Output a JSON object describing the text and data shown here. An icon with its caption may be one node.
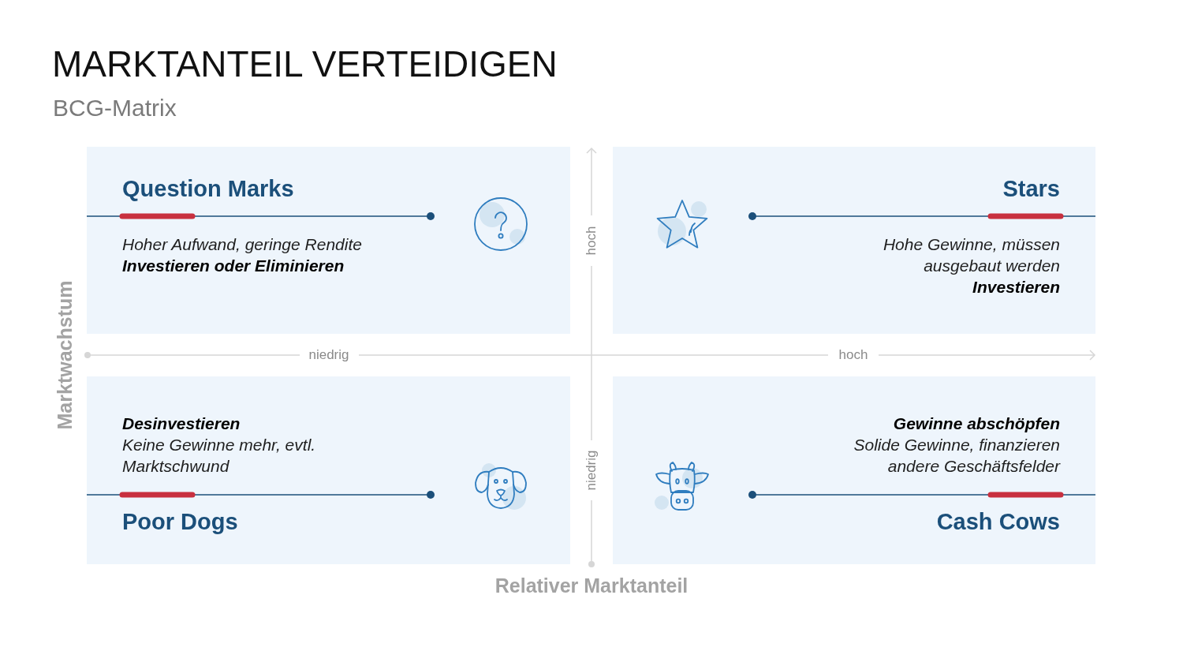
{
  "diagram": {
    "title": "MARKTANTEIL VERTEIDIGEN",
    "nodes": [
      {
        "text": [
          "Question Marks",
          "Hoher Aufwand, geringe Rendite",
          "Investieren oder Eliminieren"
        ]
      },
      {
        "text": [
          "Stars",
          "Hohe Gewinne, müssen ausgebaut werden",
          "Investieren"
        ]
      },
      {
        "text": [
          "Desinvestieren",
          "Keine Gewinne mehr, evtl. Marktschwund",
          "Poor Dogs"
        ]
      },
      {
        "text": [
          "Gewinne abschöpfen",
          "Solide Gewinne, finanzieren andere Geschäftsfelder",
          "Cash Cows"
        ]
      }
    ],
    "labels": [
      "BCG-Matrix",
      "hoch",
      "Marktwachstum",
      "niedrig",
      "hoch",
      "niedrig",
      "Relativer Marktanteil"
    ]
  }
}
